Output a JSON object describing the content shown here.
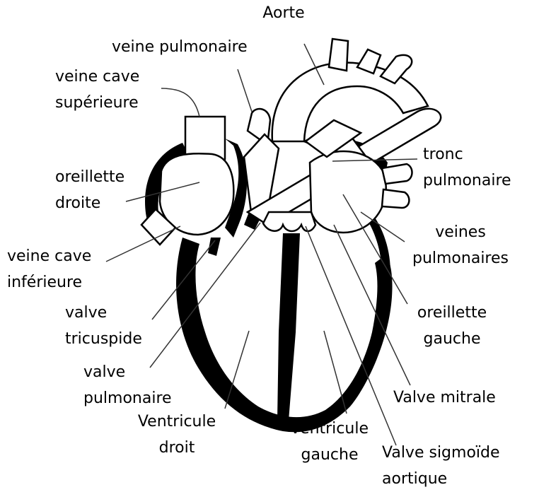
{
  "labels": {
    "aorte": [
      "Aorte"
    ],
    "veine_pulmonaire": [
      "veine pulmonaire"
    ],
    "veine_cave_superieure": [
      "veine cave",
      "supérieure"
    ],
    "oreillette_droite": [
      "oreillette",
      "droite"
    ],
    "veine_cave_inferieure": [
      "veine cave",
      "inférieure"
    ],
    "valve_tricuspide": [
      "valve",
      "tricuspide"
    ],
    "valve_pulmonaire": [
      "valve",
      "pulmonaire"
    ],
    "ventricule_droit": [
      "Ventricule",
      "droit"
    ],
    "ventricule_gauche": [
      "ventricule",
      "gauche"
    ],
    "valve_sigmoide_aortique": [
      "Valve sigmoïde",
      "aortique"
    ],
    "valve_mitrale": [
      "Valve mitrale"
    ],
    "oreillette_gauche": [
      "oreillette",
      "gauche"
    ],
    "veines_pulmonaires": [
      "veines",
      "pulmonaires"
    ],
    "tronc_pulmonaire": [
      "tronc",
      "pulmonaire"
    ]
  }
}
